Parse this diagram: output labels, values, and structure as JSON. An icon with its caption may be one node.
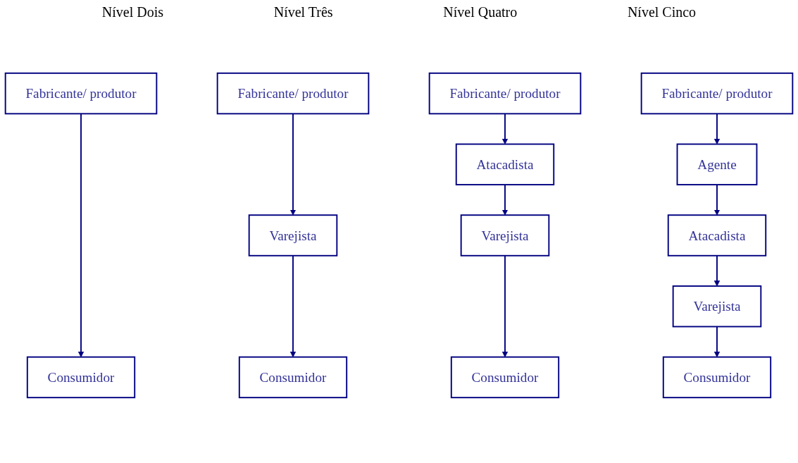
{
  "diagram": {
    "nodes": [
      {
        "text": [
          "Fabricante/ produtor"
        ]
      },
      {
        "text": [
          "Consumidor"
        ]
      },
      {
        "text": [
          "Fabricante/ produtor"
        ]
      },
      {
        "text": [
          "Varejista"
        ]
      },
      {
        "text": [
          "Consumidor"
        ]
      },
      {
        "text": [
          "Fabricante/ produtor"
        ]
      },
      {
        "text": [
          "Atacadista"
        ]
      },
      {
        "text": [
          "Varejista"
        ]
      },
      {
        "text": [
          "Consumidor"
        ]
      },
      {
        "text": [
          "Fabricante/ produtor"
        ]
      },
      {
        "text": [
          "Agente"
        ]
      },
      {
        "text": [
          "Atacadista"
        ]
      },
      {
        "text": [
          "Varejista"
        ]
      },
      {
        "text": [
          "Consumidor"
        ]
      }
    ],
    "edges": [
      {
        "from": 0,
        "to": 1,
        "arrow": "to"
      },
      {
        "from": 2,
        "to": 3,
        "arrow": "to"
      },
      {
        "from": 3,
        "to": 4,
        "arrow": "to"
      },
      {
        "from": 5,
        "to": 6,
        "arrow": "to"
      },
      {
        "from": 6,
        "to": 7,
        "arrow": "to"
      },
      {
        "from": 7,
        "to": 8,
        "arrow": "to"
      },
      {
        "from": 9,
        "to": 10,
        "arrow": "to"
      },
      {
        "from": 10,
        "to": 11,
        "arrow": "to"
      },
      {
        "from": 11,
        "to": 12,
        "arrow": "to"
      },
      {
        "from": 12,
        "to": 13,
        "arrow": "to"
      }
    ],
    "labels": [
      "Nível Dois",
      "Nível Três",
      "Nível Quatro",
      "Nível Cinco"
    ]
  }
}
